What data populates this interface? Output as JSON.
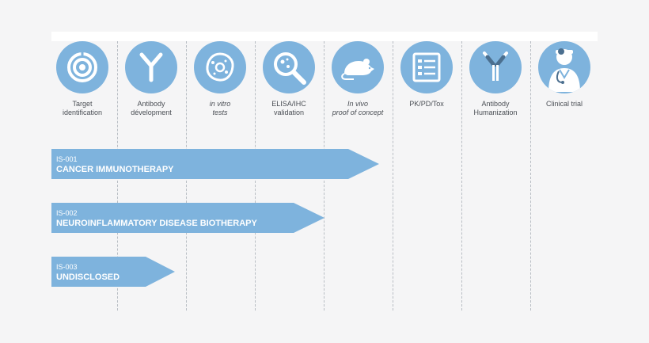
{
  "stages": [
    {
      "label": "Target\nidentification",
      "italic": false,
      "icon": "target-icon"
    },
    {
      "label": "Antibody\ndévelopment",
      "italic": false,
      "icon": "antibody-icon"
    },
    {
      "label": "in vitro\ntests",
      "italic": true,
      "icon": "cell-icon"
    },
    {
      "label": "ELISA/IHC\nvalidation",
      "italic": false,
      "icon": "magnifier-icon"
    },
    {
      "label": "In vivo\nproof of concept",
      "italic": true,
      "icon": "mouse-icon"
    },
    {
      "label": "PK/PD/Tox",
      "italic": false,
      "icon": "checklist-icon"
    },
    {
      "label": "Antibody\nHumanization",
      "italic": false,
      "icon": "humanized-antibody-icon"
    },
    {
      "label": "Clinical trial",
      "italic": false,
      "icon": "doctor-icon"
    }
  ],
  "programs": [
    {
      "code": "IS-001",
      "name": "CANCER IMMUNOTHERAPY",
      "reached_stage": 5
    },
    {
      "code": "IS-002",
      "name": "NEUROINFLAMMATORY DISEASE BIOTHERAPY",
      "reached_stage": 4
    },
    {
      "code": "IS-003",
      "name": "UNDISCLOSED",
      "reached_stage": 2
    }
  ],
  "colors": {
    "accent": "#7eb3dd",
    "background": "#f5f5f6",
    "label_text": "#4b4f55"
  }
}
